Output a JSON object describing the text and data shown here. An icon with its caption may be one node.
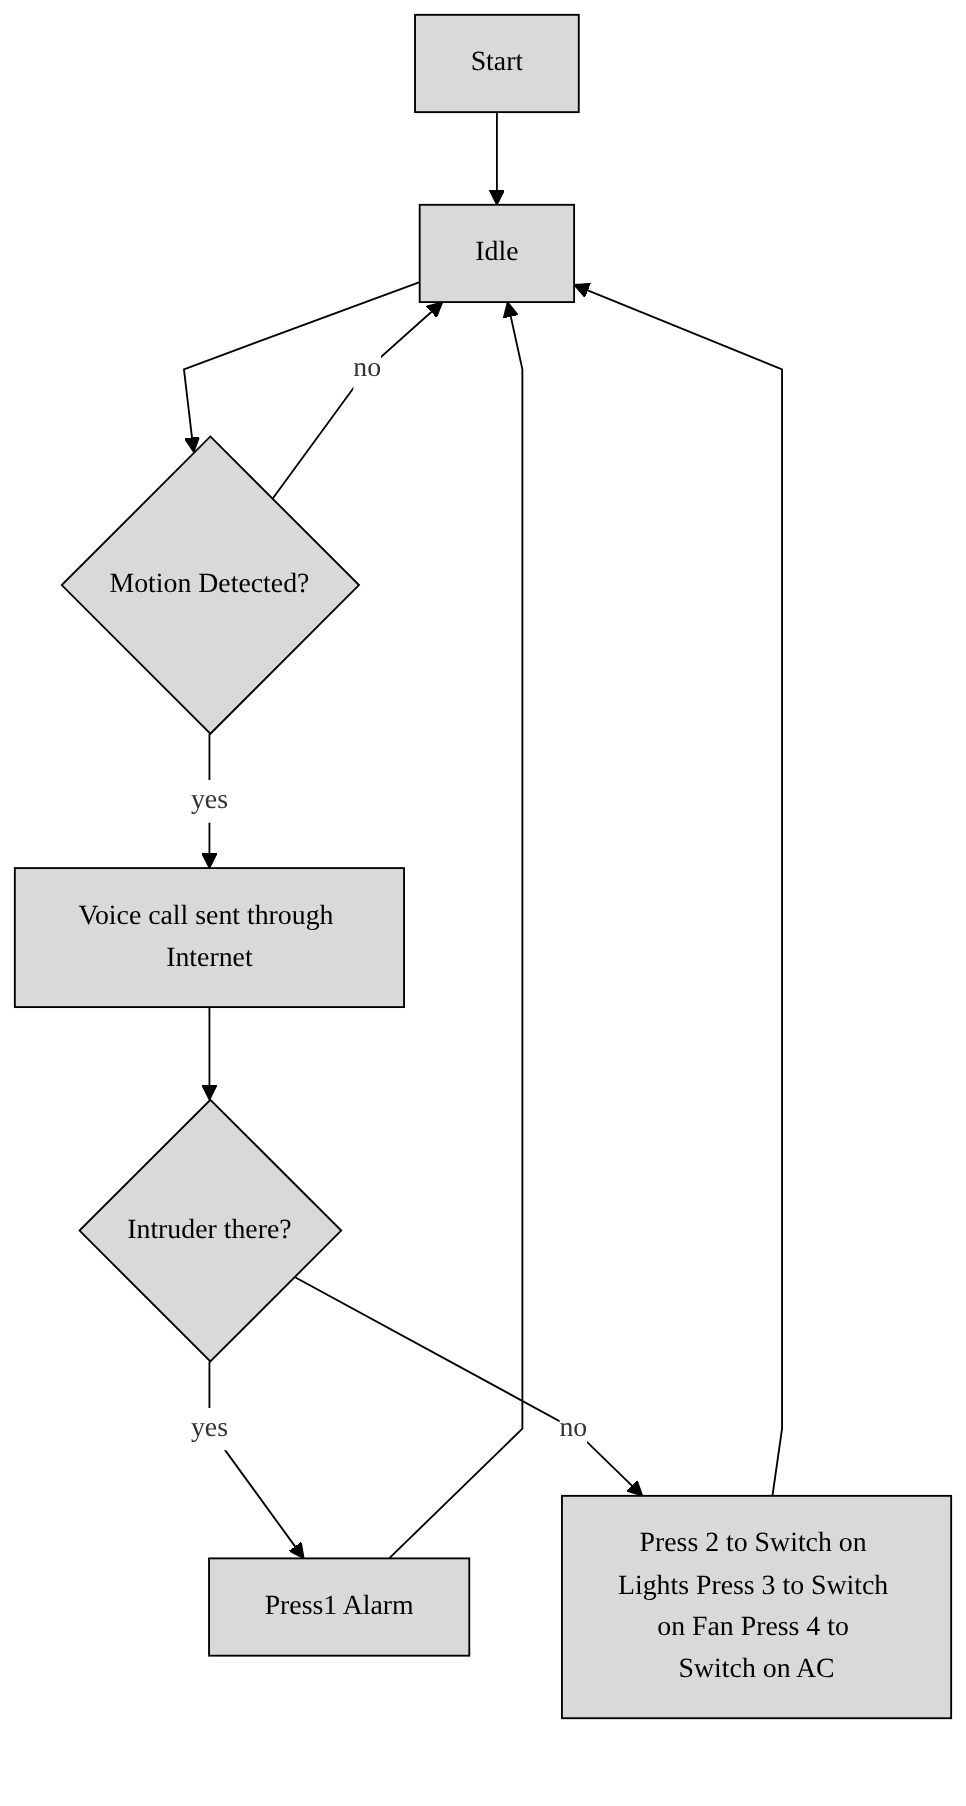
{
  "diagram": {
    "nodes": [
      {
        "text": [
          "Start"
        ]
      },
      {
        "text": [
          "Idle"
        ]
      },
      {
        "text": [
          "Motion Detected?"
        ]
      },
      {
        "text": [
          "Voice call sent through Internet"
        ]
      },
      {
        "text": [
          "Intruder there?"
        ]
      },
      {
        "text": [
          "Press 2 to Switch on Lights Press 3 to Switch on Fan Press 4 to Switch on AC"
        ]
      },
      {
        "text": [
          "Press1 Alarm"
        ]
      }
    ],
    "edges": [
      {
        "from": 0,
        "to": 1,
        "arrow": "to"
      },
      {
        "from": 1,
        "to": 2,
        "arrow": "to"
      },
      {
        "from": 2,
        "to": 1,
        "label": "no",
        "arrow": "to"
      },
      {
        "from": 2,
        "to": 3,
        "label": "yes",
        "arrow": "to"
      },
      {
        "from": 3,
        "to": 4,
        "arrow": "to"
      },
      {
        "from": 4,
        "to": 6,
        "label": "yes",
        "arrow": "to"
      },
      {
        "from": 4,
        "to": 5,
        "label": "no",
        "arrow": "to"
      },
      {
        "from": 5,
        "to": 1,
        "arrow": "to"
      },
      {
        "from": 6,
        "to": 1,
        "arrow": "to"
      }
    ]
  }
}
